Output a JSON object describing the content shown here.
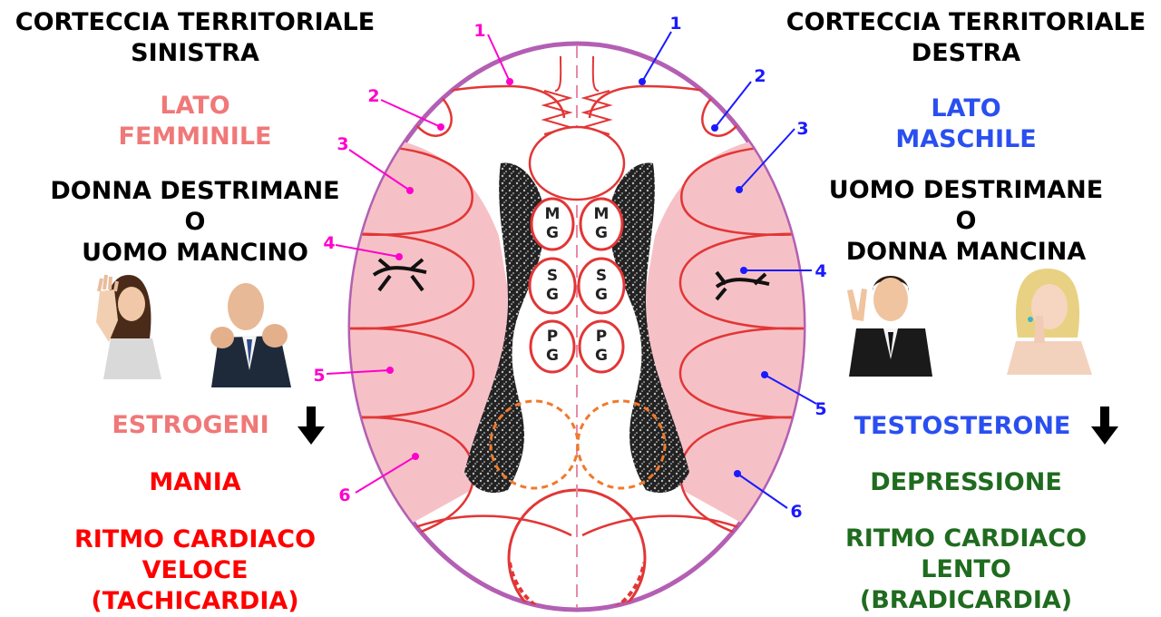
{
  "left": {
    "heading": [
      "CORTECCIA TERRITORIALE",
      "SINISTRA"
    ],
    "side": [
      "LATO",
      "FEMMINILE"
    ],
    "who": [
      "DONNA DESTRIMANE",
      "O",
      "UOMO MANCINO"
    ],
    "hormone": "ESTROGENI",
    "state": "MANIA",
    "rhythm": [
      "RITMO CARDIACO",
      "VELOCE",
      "(TACHICARDIA)"
    ]
  },
  "right": {
    "heading": [
      "CORTECCIA TERRITORIALE",
      "DESTRA"
    ],
    "side": [
      "LATO",
      "MASCHILE"
    ],
    "who": [
      "UOMO DESTRIMANE",
      "O",
      "DONNA MANCINA"
    ],
    "hormone": "TESTOSTERONE",
    "state": "DEPRESSIONE",
    "rhythm": [
      "RITMO CARDIACO",
      "LENTO",
      "(BRADICARDIA)"
    ]
  },
  "brain": {
    "left_numbers": [
      "1",
      "2",
      "3",
      "4",
      "5",
      "6"
    ],
    "right_numbers": [
      "1",
      "2",
      "3",
      "4",
      "5",
      "6"
    ],
    "nuclei": {
      "mg": [
        "M",
        "G"
      ],
      "sg": [
        "S",
        "G"
      ],
      "pg": [
        "P",
        "G"
      ]
    }
  },
  "colors": {
    "pink_text": "#f07878",
    "blue_text": "#2a4ff0",
    "red_text": "#ff0000",
    "green_text": "#1f6b1f",
    "magenta_label": "#ff00cc",
    "blue_label": "#1a1aff",
    "outline_purple": "#b35fb3",
    "relay_red": "#e23636",
    "fill_pink": "#f6c1c6"
  }
}
